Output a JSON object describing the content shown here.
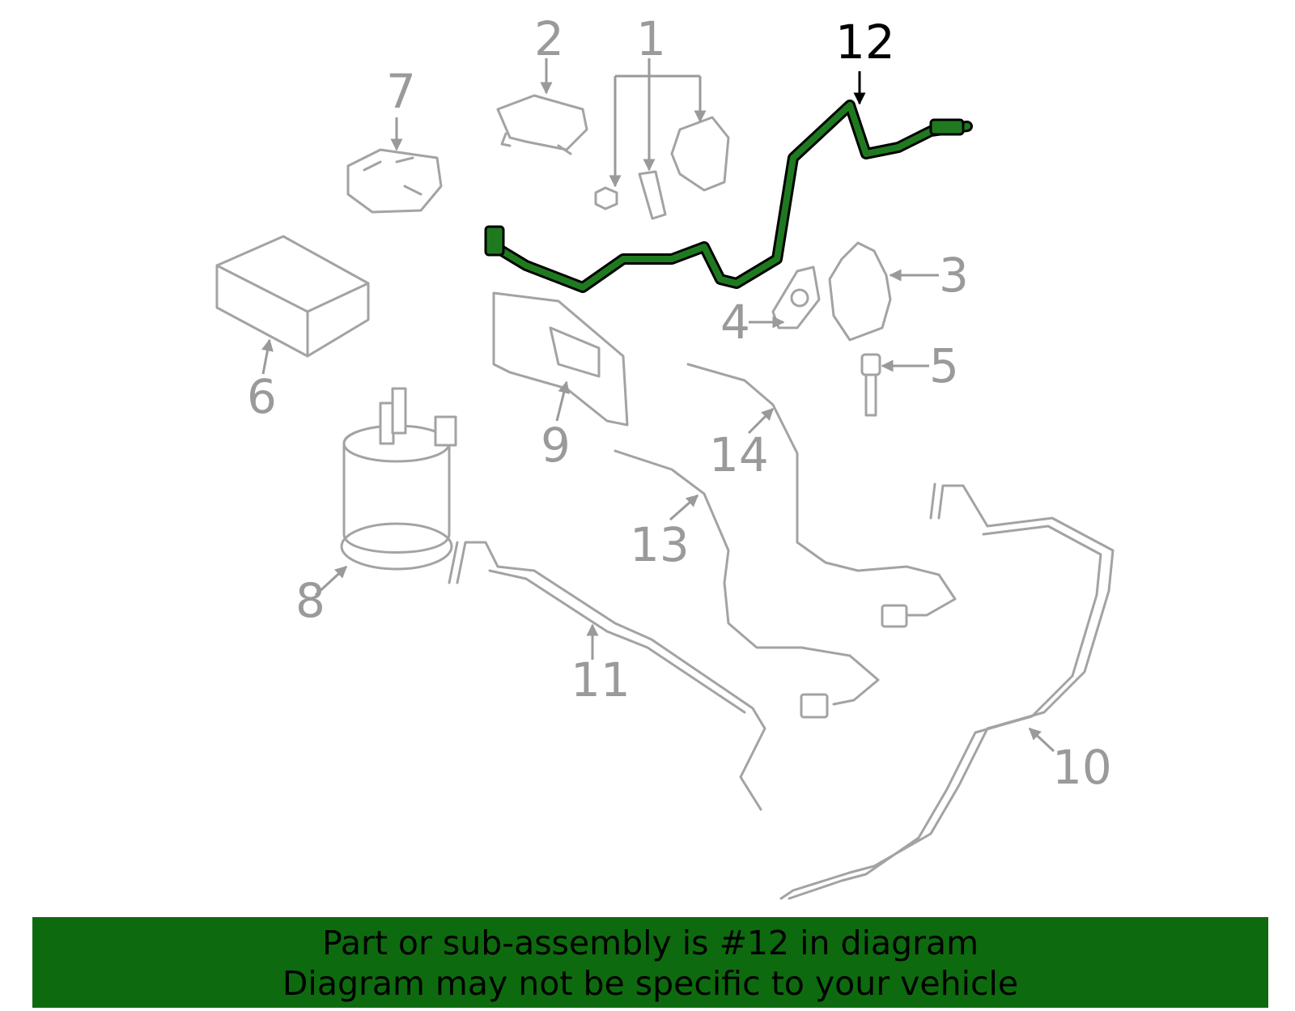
{
  "diagram": {
    "highlight_color": "#0e6a0e",
    "part_color": "#a3a3a3",
    "highlighted_part": "12",
    "callouts": [
      "1",
      "2",
      "3",
      "4",
      "5",
      "6",
      "7",
      "8",
      "9",
      "10",
      "11",
      "12",
      "13",
      "14"
    ]
  },
  "footer": {
    "line1": "Part or sub-assembly is #12 in diagram",
    "line2": "Diagram may not be specific to your vehicle"
  }
}
